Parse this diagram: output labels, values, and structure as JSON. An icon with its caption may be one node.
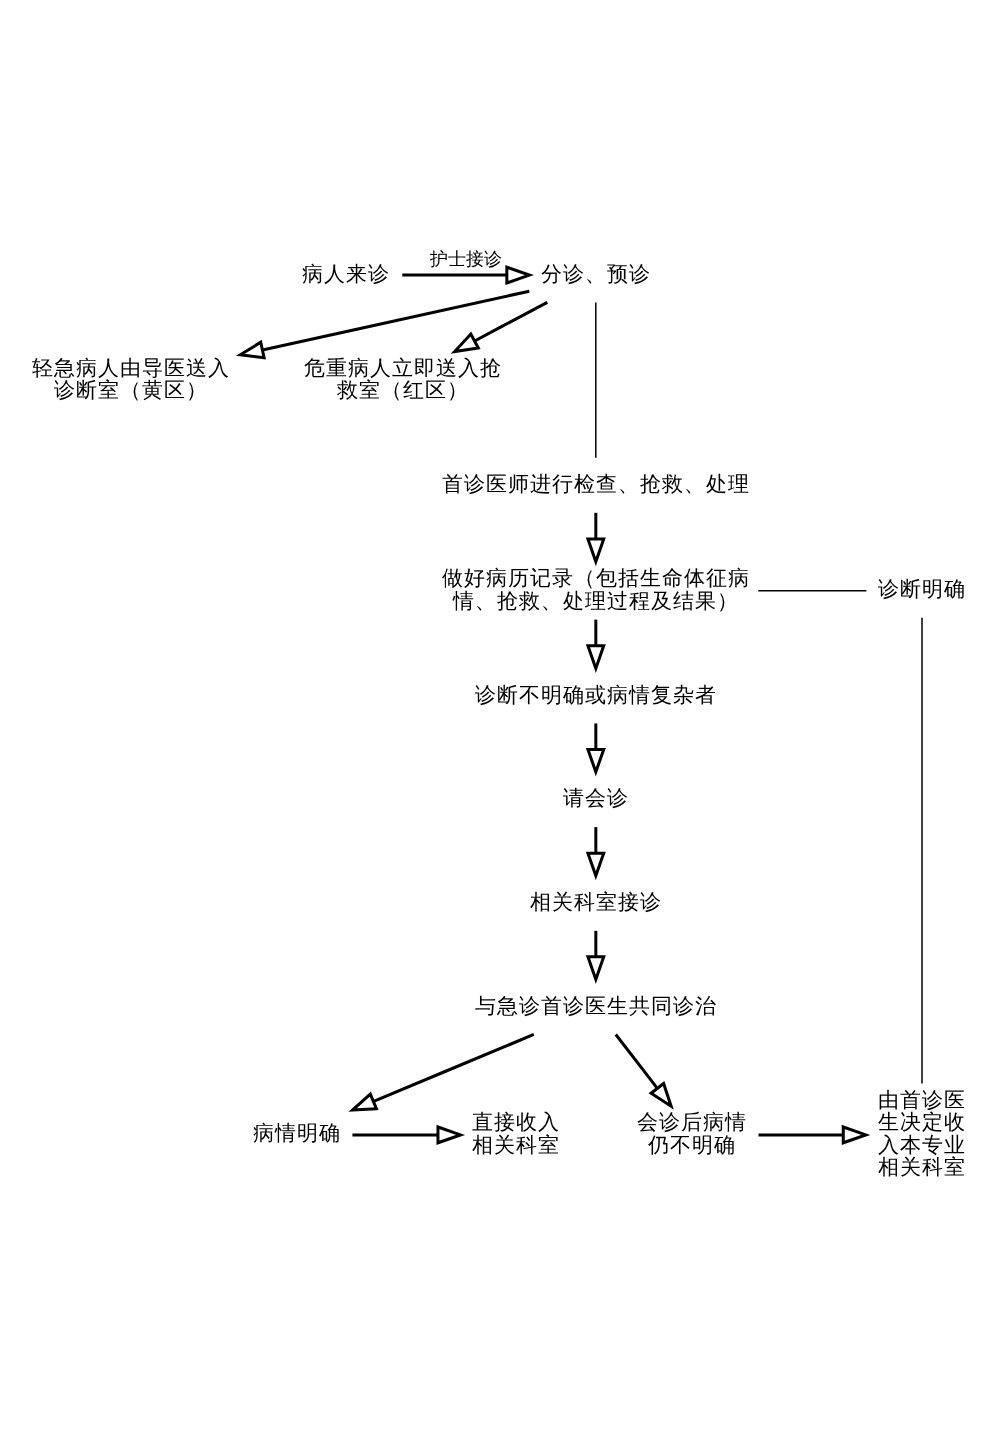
{
  "diagram": {
    "nodes": [
      {
        "text": [
          "病人来诊"
        ]
      },
      {
        "text": [
          "分诊、预诊"
        ]
      },
      {
        "text": [
          "轻急病人由导医送入诊断室（黄区）"
        ]
      },
      {
        "text": [
          "危重病人立即送入抢救室（红区）"
        ]
      },
      {
        "text": [
          "首诊医师进行检查、抢救、处理"
        ]
      },
      {
        "text": [
          "做好病历记录（包括生命体征病情、抢救、处理过程及结果）"
        ]
      },
      {
        "text": [
          "诊断明确"
        ]
      },
      {
        "text": [
          "诊断不明确或病情复杂者"
        ]
      },
      {
        "text": [
          "请会诊"
        ]
      },
      {
        "text": [
          "相关科室接诊"
        ]
      },
      {
        "text": [
          "与急诊首诊医生共同诊治"
        ]
      },
      {
        "text": [
          "直接收入相关科室"
        ]
      },
      {
        "text": [
          "病情明确"
        ]
      },
      {
        "text": [
          "会诊后病情仍不明确"
        ]
      },
      {
        "text": [
          "由首诊医生决定收入本专业相关科室"
        ]
      }
    ],
    "edges": [
      {
        "from": 0,
        "to": 1,
        "arrow": "to",
        "label": "护士接诊"
      },
      {
        "from": 1,
        "to": 2,
        "arrow": "to"
      },
      {
        "from": 1,
        "to": 3,
        "arrow": "to"
      },
      {
        "from": 1,
        "to": 4,
        "arrow": "none"
      },
      {
        "from": 4,
        "to": 5,
        "arrow": "to"
      },
      {
        "from": 5,
        "to": 6,
        "arrow": "none"
      },
      {
        "from": 6,
        "to": 14,
        "arrow": "none"
      },
      {
        "from": 5,
        "to": 7,
        "arrow": "to"
      },
      {
        "from": 7,
        "to": 8,
        "arrow": "to"
      },
      {
        "from": 8,
        "to": 9,
        "arrow": "to"
      },
      {
        "from": 9,
        "to": 10,
        "arrow": "to"
      },
      {
        "from": 10,
        "to": 12,
        "arrow": "to"
      },
      {
        "from": 12,
        "to": 11,
        "arrow": "to"
      },
      {
        "from": 10,
        "to": 13,
        "arrow": "to"
      },
      {
        "from": 13,
        "to": 14,
        "arrow": "to"
      }
    ]
  }
}
